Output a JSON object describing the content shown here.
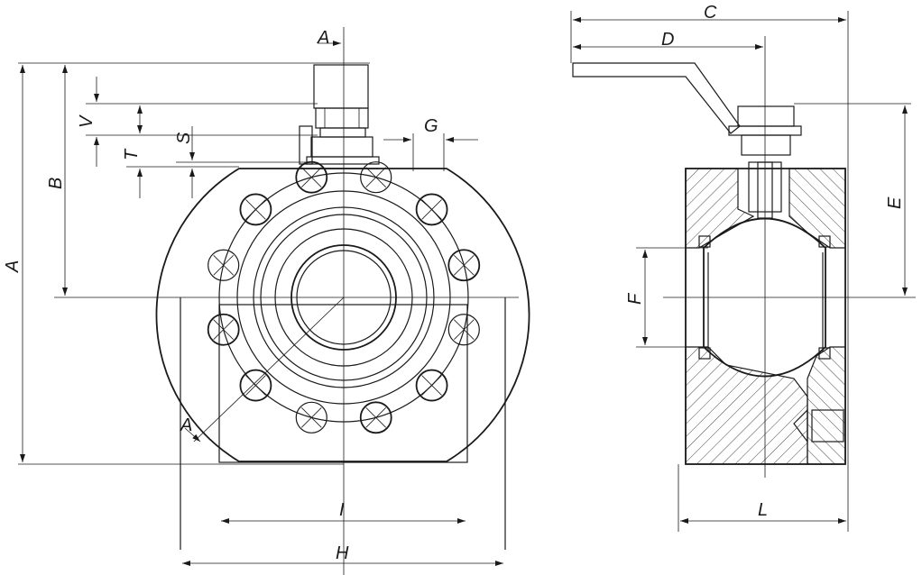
{
  "labels": {
    "A": "A",
    "B": "B",
    "C": "C",
    "D": "D",
    "E": "E",
    "F": "F",
    "G": "G",
    "H": "H",
    "I": "I",
    "L": "L",
    "S": "S",
    "T": "T",
    "V": "V",
    "section_top": "A",
    "section_bottom": "A"
  },
  "colors": {
    "line": "#1a1a1a",
    "background": "#ffffff"
  }
}
